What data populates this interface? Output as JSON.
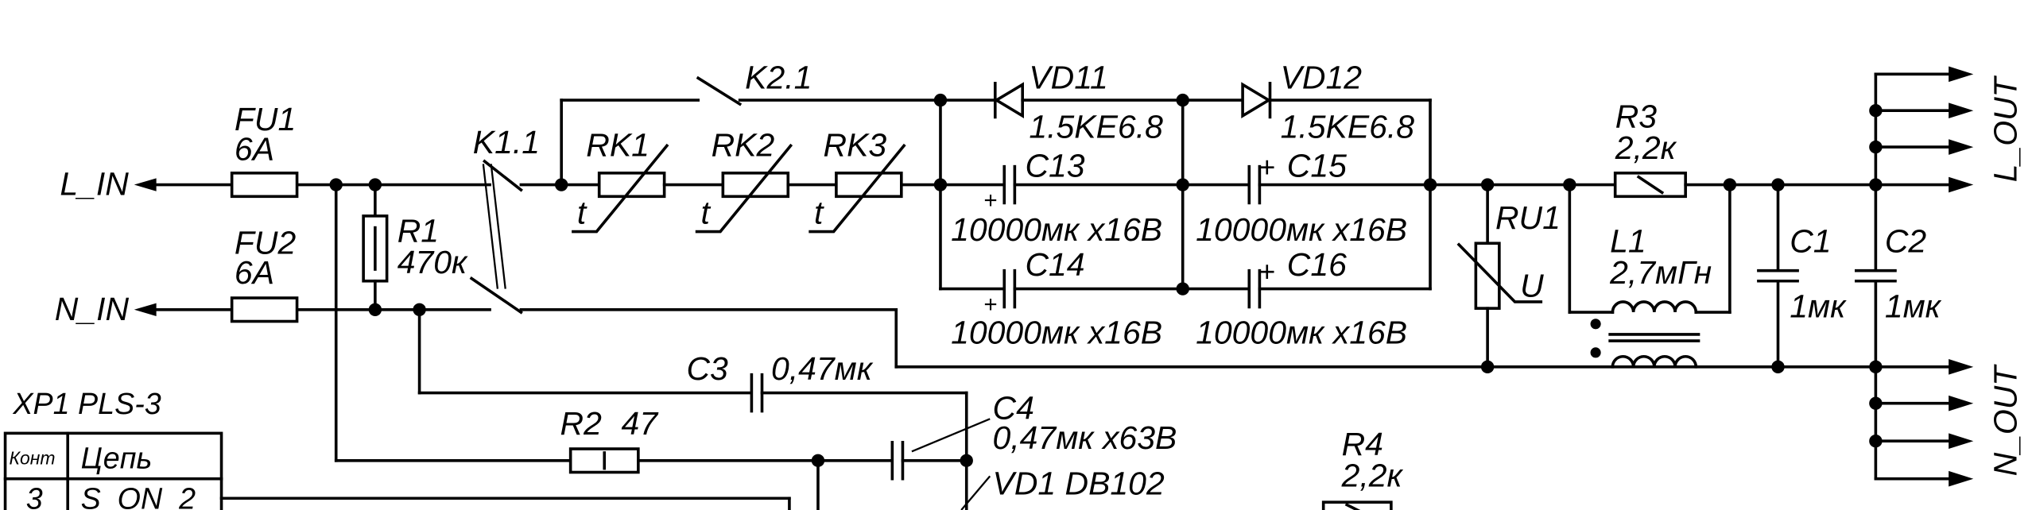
{
  "labels": {
    "l_in": "L_IN",
    "n_in": "N_IN",
    "l_out": "L_OUT",
    "n_out": "N_OUT",
    "fu1_name": "FU1",
    "fu1_val": "6A",
    "fu2_name": "FU2",
    "fu2_val": "6A",
    "r1_name": "R1",
    "r1_val": "470к",
    "k1_name": "K1.1",
    "k2_name": "K2.1",
    "rk1": "RK1",
    "rk2": "RK2",
    "rk3": "RK3",
    "t": "t",
    "vd11": "VD11",
    "vd11_type": "1.5KE6.8",
    "vd12": "VD12",
    "vd12_type": "1.5KE6.8",
    "c13": "C13",
    "c14": "C14",
    "c15": "C15",
    "c16": "C16",
    "cap_big": "10000мк x16В",
    "plus": "+",
    "ru1": "RU1",
    "u": "U",
    "r3_name": "R3",
    "r3_val": "2,2к",
    "l1_name": "L1",
    "l1_val": "2,7мГн",
    "c1_name": "C1",
    "c1_val": "1мк",
    "c2_name": "C2",
    "c2_val": "1мк",
    "c3_name": "C3",
    "c3_val": "0,47мк",
    "c4_name": "C4",
    "c4_val": "0,47мк x63В",
    "r2_name": "R2",
    "r2_val": "47",
    "vd1": "VD1  DB102",
    "r4_name": "R4",
    "r4_val": "2,2к",
    "xp1": "XP1   PLS-3"
  },
  "connector_table": {
    "header_contact": "Конт",
    "header_circuit": "Цепь",
    "rows": [
      {
        "contact": "3",
        "circuit": "S_ON_2"
      }
    ]
  }
}
